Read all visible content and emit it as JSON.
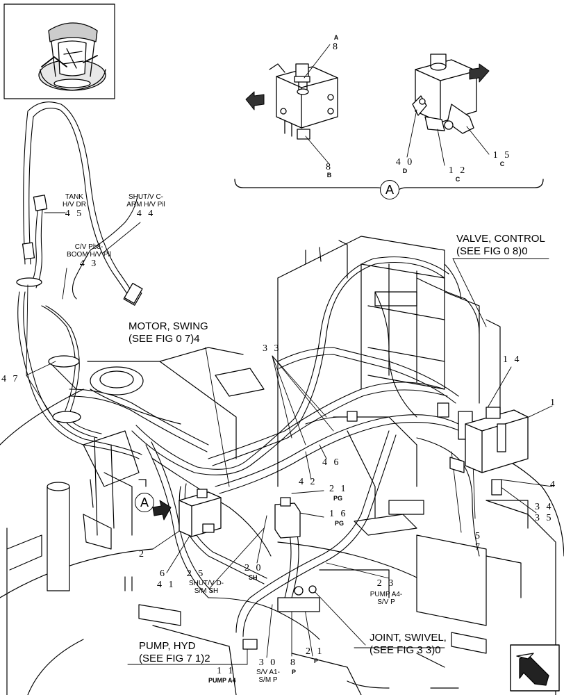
{
  "detail": {
    "bubble": "A",
    "callouts": {
      "a8": {
        "num": "8",
        "letter": "A"
      },
      "b8": {
        "num": "8",
        "letter": "B"
      },
      "d40": {
        "num": "4 0",
        "letter": "D"
      },
      "c12": {
        "num": "1 2",
        "letter": "C"
      },
      "c15": {
        "num": "1 5",
        "letter": "C"
      }
    }
  },
  "main_bubble": "A",
  "captions": {
    "valve_control": {
      "line1": "VALVE, CONTROL",
      "line2": "(SEE FIG 0 8)0"
    },
    "motor_swing": {
      "line1": "MOTOR, SWING",
      "line2": "(SEE FIG 0 7)4"
    },
    "pump_hyd": {
      "line1": "PUMP, HYD",
      "line2": "(SEE FIG 7 1)2"
    },
    "joint_swivel": {
      "line1": "JOINT, SWIVEL,",
      "line2": "(SEE FIG 3 3)0"
    }
  },
  "hose_labels": {
    "tank": {
      "text": "TANK\nH/V DR",
      "num": "4 5"
    },
    "shut_c": {
      "text": "SHUT/V C-\nARM H/V Pil",
      "num": "4 4"
    },
    "cv_pb8": {
      "text": "C/V Pb8-\nBOOM H/V Pil",
      "num": "4 3"
    },
    "shut_d": {
      "text": "SHUT/V D-\nS/M SH",
      "num": "2 5"
    },
    "pump_a4": {
      "text": "PUMP A4-\nS/V P",
      "num": "2 3"
    },
    "sv_a1": {
      "text": "S/V A1-\nS/M P",
      "num": "3 0"
    }
  },
  "callouts": {
    "n47": "4 7",
    "n33": "3 3",
    "n14": "1 4",
    "n1": "1",
    "n4": "4",
    "n34": "3 4",
    "n35": "3 5",
    "n5": "5",
    "n7": "7",
    "n42": "4 2",
    "n46": "4 6",
    "n21pg": {
      "num": "2 1",
      "sub": "PG"
    },
    "n16pg": {
      "num": "1 6",
      "sub": "PG"
    },
    "n20sh": {
      "num": "2 0",
      "sub": "SH"
    },
    "n2": "2",
    "n6": "6",
    "n41": "4 1",
    "n11": {
      "num": "1 1",
      "sub": "PUMP A4"
    },
    "n8p": {
      "num": "8",
      "sub": "P"
    },
    "n21p": {
      "num": "2 1",
      "sub": "P"
    }
  }
}
